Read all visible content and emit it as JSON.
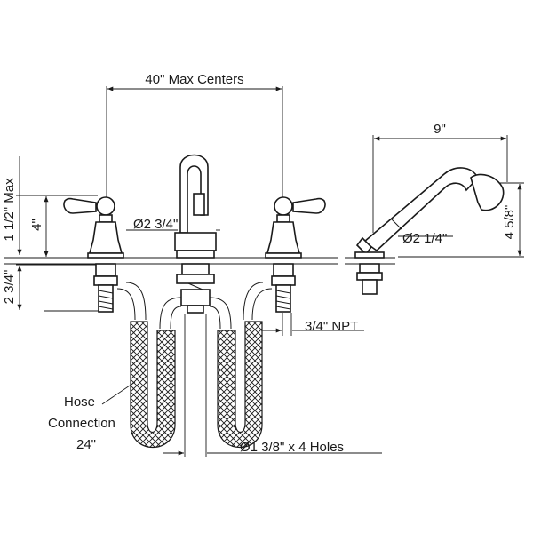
{
  "dimensions": {
    "max_centers": "40\" Max Centers",
    "handshower_width": "9\"",
    "max_height": "1 1/2\" Max",
    "handle_height": "4\"",
    "spout_diameter": "Ø2 3/4\"",
    "below_deck": "2 3/4\"",
    "handshower_diameter": "Ø2 1/4\"",
    "handshower_height": "4 5/8\"",
    "npt": "3/4\" NPT",
    "holes": "Ø1 3/8\" x 4 Holes"
  },
  "callouts": {
    "hose_line1": "Hose",
    "hose_line2": "Connection",
    "hose_line3": "24\""
  }
}
